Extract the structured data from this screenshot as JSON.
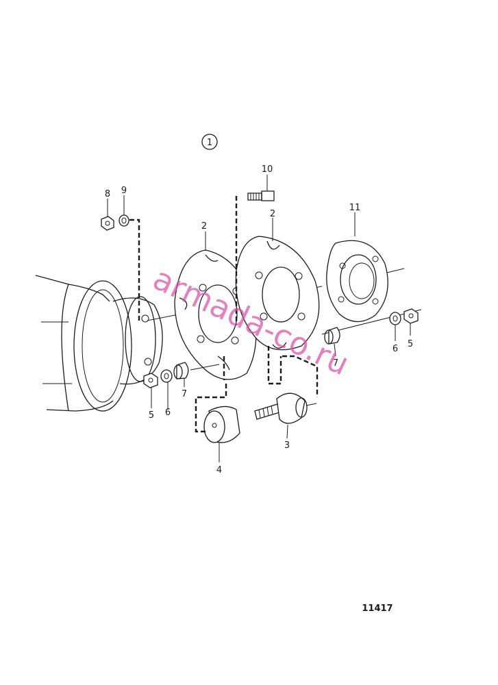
{
  "figure_marker": "1",
  "reference_number": "11417",
  "watermark": "armada-co.ru",
  "callouts": {
    "nut_top_left": "8",
    "washer_top_left": "9",
    "bolt": "10",
    "plate_left": "2",
    "plate_right": "2",
    "hub": "11",
    "spacer_right": "7",
    "washer_right": "6",
    "nut_right": "5",
    "nut_left": "5",
    "washer_left": "6",
    "spacer_left": "7",
    "rubber_mount": "3",
    "rubber_block": "4"
  }
}
